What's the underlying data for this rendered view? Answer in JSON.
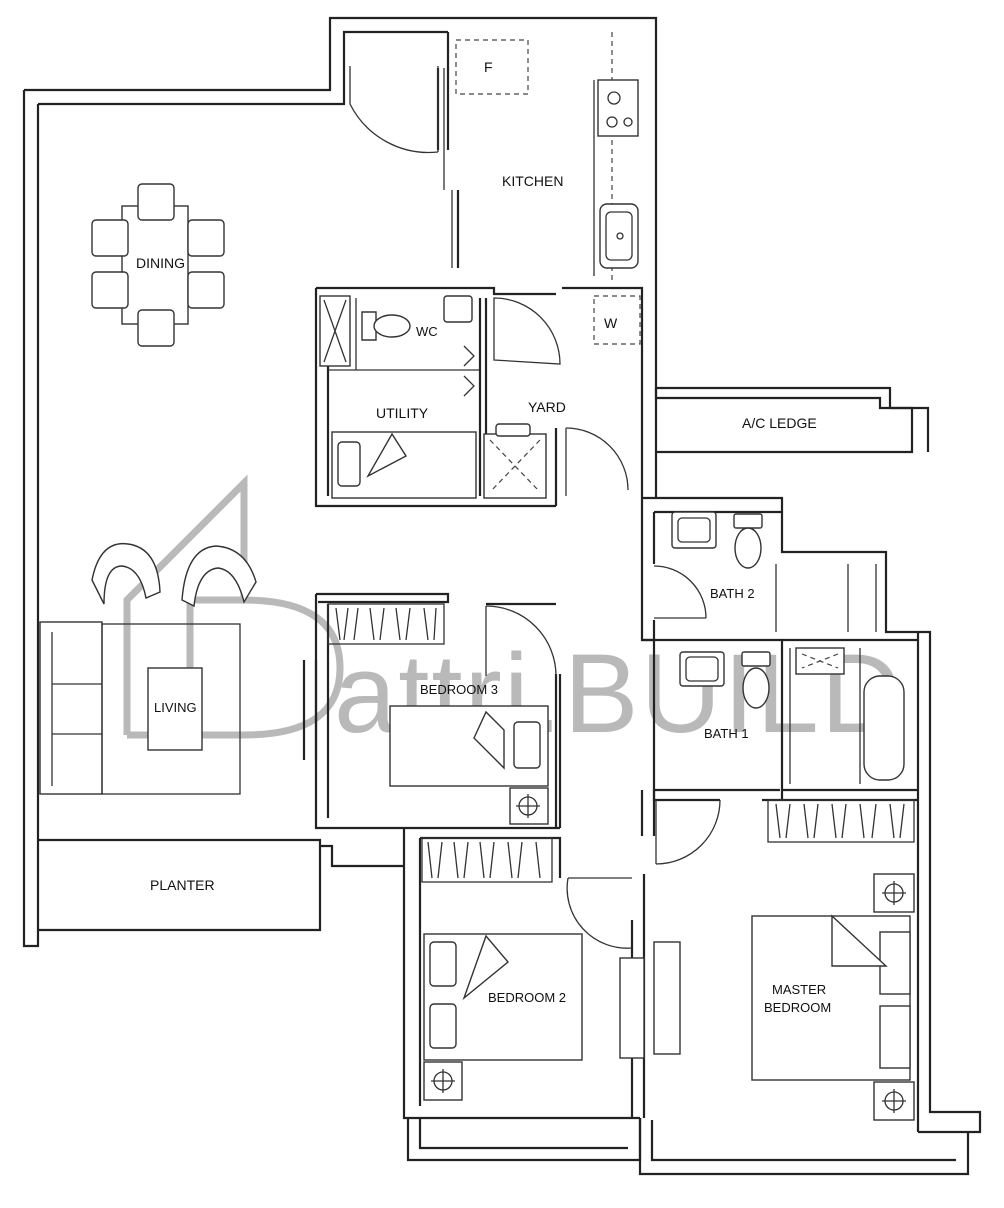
{
  "rooms": {
    "kitchen": "KITCHEN",
    "fridge": "F",
    "washer": "W",
    "dining": "DINING",
    "wc": "WC",
    "utility": "UTILITY",
    "yard": "YARD",
    "ac_ledge": "A/C LEDGE",
    "bath2": "BATH 2",
    "bath1": "BATH 1",
    "living": "LIVING",
    "bedroom3": "BEDROOM 3",
    "planter": "PLANTER",
    "bedroom2": "BEDROOM 2",
    "master_bedroom_line1": "MASTER",
    "master_bedroom_line2": "BEDROOM"
  },
  "watermark": {
    "text": "attri.BUILD",
    "logo_letter": "D"
  }
}
